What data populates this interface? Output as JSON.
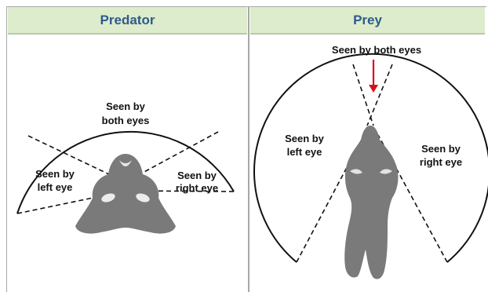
{
  "headers": {
    "left": "Predator",
    "right": "Prey"
  },
  "predator": {
    "label_both_line1": "Seen by",
    "label_both_line2": "both eyes",
    "label_left_line1": "Seen by",
    "label_left_line2": "left eye",
    "label_right_line1": "Seen by",
    "label_right_line2": "right eye"
  },
  "prey": {
    "label_both": "Seen by both eyes",
    "label_left_line1": "Seen by",
    "label_left_line2": "left eye",
    "label_right_line1": "Seen by",
    "label_right_line2": "right eye"
  },
  "colors": {
    "header_bg": "#dceccc",
    "header_text": "#2f5a8a",
    "animal_fill": "#7a7a7a",
    "arrow": "#d8101a"
  }
}
